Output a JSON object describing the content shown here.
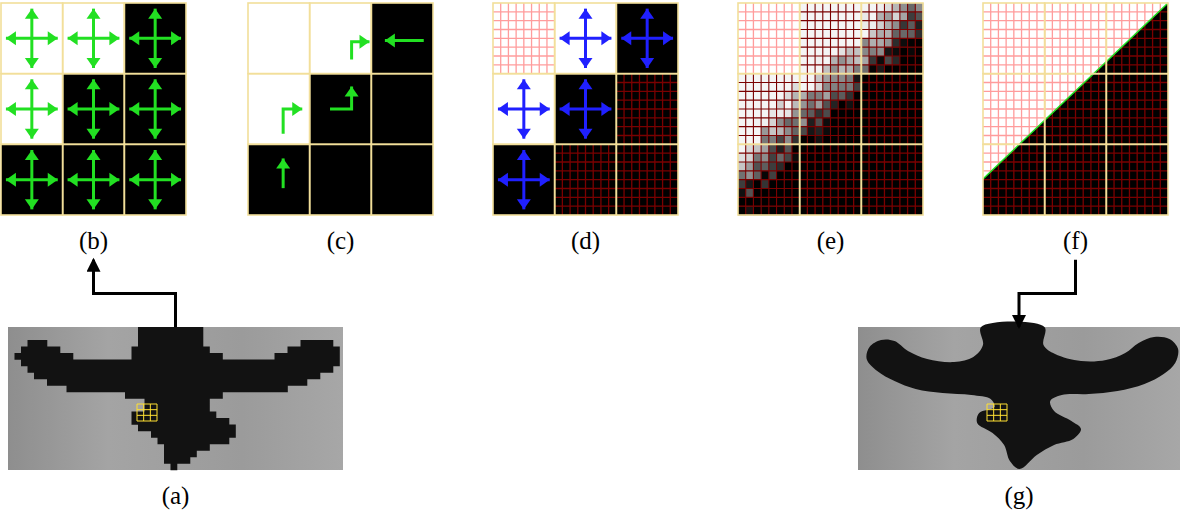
{
  "diagram": {
    "nodes": [
      {
        "text": [
          "(b)"
        ]
      },
      {
        "text": [
          "(c)"
        ]
      },
      {
        "text": [
          "(d)"
        ]
      },
      {
        "text": [
          "(e)"
        ]
      },
      {
        "text": [
          "(f)"
        ]
      },
      {
        "text": [
          "(a)"
        ]
      },
      {
        "text": [
          "(g)"
        ]
      }
    ],
    "edges": [
      {
        "from": 5,
        "to": 0,
        "arrow": "to"
      },
      {
        "from": 4,
        "to": 6,
        "arrow": "to"
      }
    ]
  }
}
